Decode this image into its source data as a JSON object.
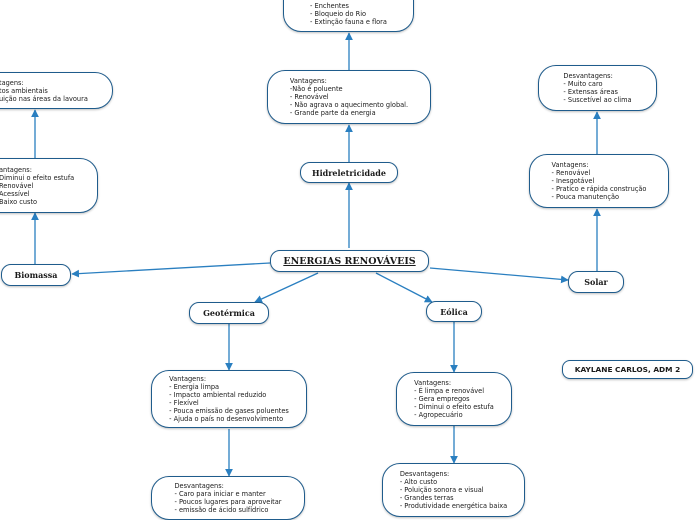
{
  "center": {
    "label": "ENERGIAS RENOVÁVEIS"
  },
  "topics": {
    "hidreletricidade": "Hidreletricidade",
    "biomassa": "Biomassa",
    "solar": "Solar",
    "geotermica": "Geotérmica",
    "eolica": "Eólica"
  },
  "notes": {
    "hidro_desvantagens": "- Enchentes\n- Bloqueio do Rio\n- Extinção fauna e flora",
    "hidro_vantagens": "Vantagens:\n-Não é poluente\n- Renovável\n- Não agrava o aquecimento global.\n- Grande parte da energia",
    "biomassa_desvantagens": "tagens:\ntos ambientais\nuição nas áreas da lavoura",
    "biomassa_vantagens": "antagens:\nDiminui o efeito estufa\nRenovável\nAcessível\nBaixo custo",
    "solar_desvantagens": "Desvantagens:\n- Muito caro\n- Extensas áreas\n- Suscetível ao clima",
    "solar_vantagens": "Vantagens:\n- Renovável\n- Inesgotável\n- Pratico e rápida construção\n- Pouca manutenção",
    "geo_vantagens": "Vantagens:\n- Energia limpa\n- Impacto ambiental reduzido\n- Flexível\n- Pouca emissão de gases poluentes\n- Ajuda o país no desenvolvimento",
    "geo_desvantagens": "Desvantagens:\n- Caro para iniciar e manter\n- Poucos lugares para aproveitar\n- emissão de ácido sulfídrico",
    "eolica_vantagens": "Vantagens:\n- É limpa e renovável\n- Gera empregos\n- Diminui o efeito estufa\n- Agropecuário",
    "eolica_desvantagens": "Desvantagens:\n- Alto custo\n- Poluição sonora e visual\n- Grandes terras\n- Produtividade energética baixa"
  },
  "signature": {
    "label": "KAYLANE CARLOS, ADM 2"
  },
  "colors": {
    "border": "#1f5c8c",
    "connector": "#2a7fc0"
  }
}
